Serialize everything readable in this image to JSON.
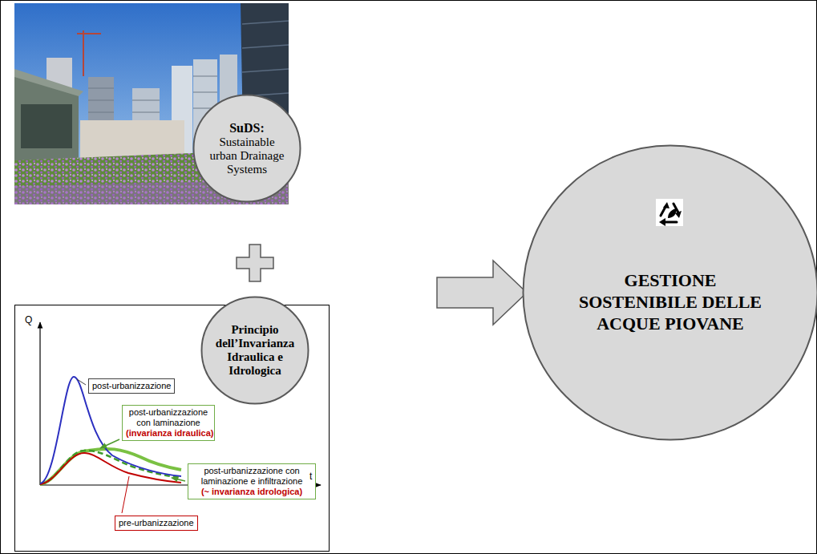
{
  "diagram": {
    "nodes": [
      {
        "text": [
          "SuDS:",
          "Sustainable urban Drainage Systems"
        ]
      },
      {
        "text": [
          "Principio dell’Invarianza Idraulica e Idrologica"
        ]
      },
      {
        "text": [
          "GESTIONE SOSTENIBILE DELLE ACQUE PIOVANE"
        ]
      },
      {
        "text": [
          "post-urbanizzazione"
        ]
      },
      {
        "text": [
          "post-urbanizzazione con laminazione",
          "(invarianza idraulica)"
        ]
      },
      {
        "text": [
          "post-urbanizzazione con laminazione e infiltrazione",
          "(~ invarianza idrologica)"
        ]
      },
      {
        "text": [
          "pre-urbanizzazione"
        ]
      }
    ],
    "labels": [
      "Q",
      "t"
    ]
  }
}
